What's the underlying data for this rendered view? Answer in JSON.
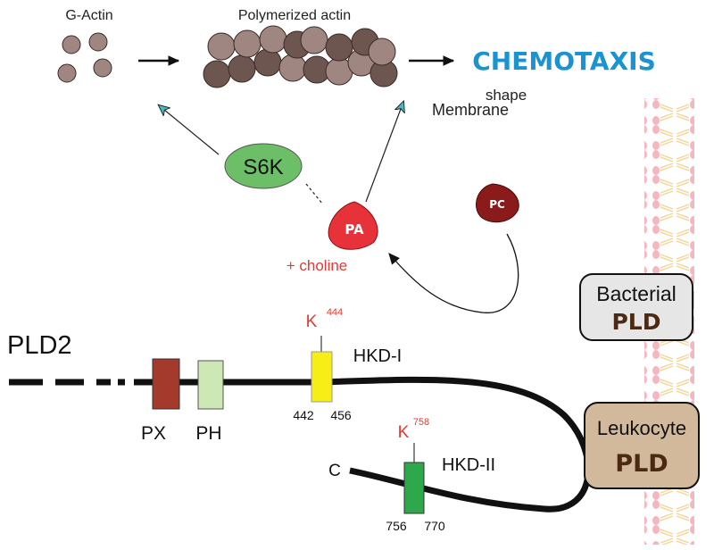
{
  "labels": {
    "g_actin": "G-Actin",
    "polymerized_actin": "Polymerized actin",
    "chemotaxis": "CHEMOTAXIS",
    "shape": "shape",
    "membrane": "Membrane",
    "s6k": "S6K",
    "pa": "PA",
    "pc": "PC",
    "choline": "+ choline",
    "pld2": "PLD2",
    "px": "PX",
    "ph": "PH",
    "hkd1": "HKD-I",
    "hkd2": "HKD-II",
    "k444_letter": "K",
    "k444_num": "444",
    "k758_letter": "K",
    "k758_num": "758",
    "num_442": "442",
    "num_456": "456",
    "num_756": "756",
    "num_770": "770",
    "c_term": "C",
    "bacterial": "Bacterial",
    "bacterial_pld": "PLD",
    "leukocyte": "Leukocyte",
    "leukocyte_pld": "PLD"
  },
  "colors": {
    "chemotaxis": "#1b93d1",
    "red_text": "#e23a34",
    "pa_fill": "#e8323a",
    "pc_fill": "#8b1a1a",
    "s6k_fill": "#6dbf67",
    "px_fill": "#a33a2c",
    "ph_fill": "#cde8b5",
    "hkd1_fill": "#f7ee18",
    "hkd2_fill": "#2ea84a",
    "bacterial_box": "#e6e6e6",
    "leukocyte_box": "#d3b99c",
    "pld_text": "#4a2a12",
    "arrow_cyan": "#4ab8c0",
    "actin_light": "#a08680",
    "actin_dark": "#6e5650"
  }
}
